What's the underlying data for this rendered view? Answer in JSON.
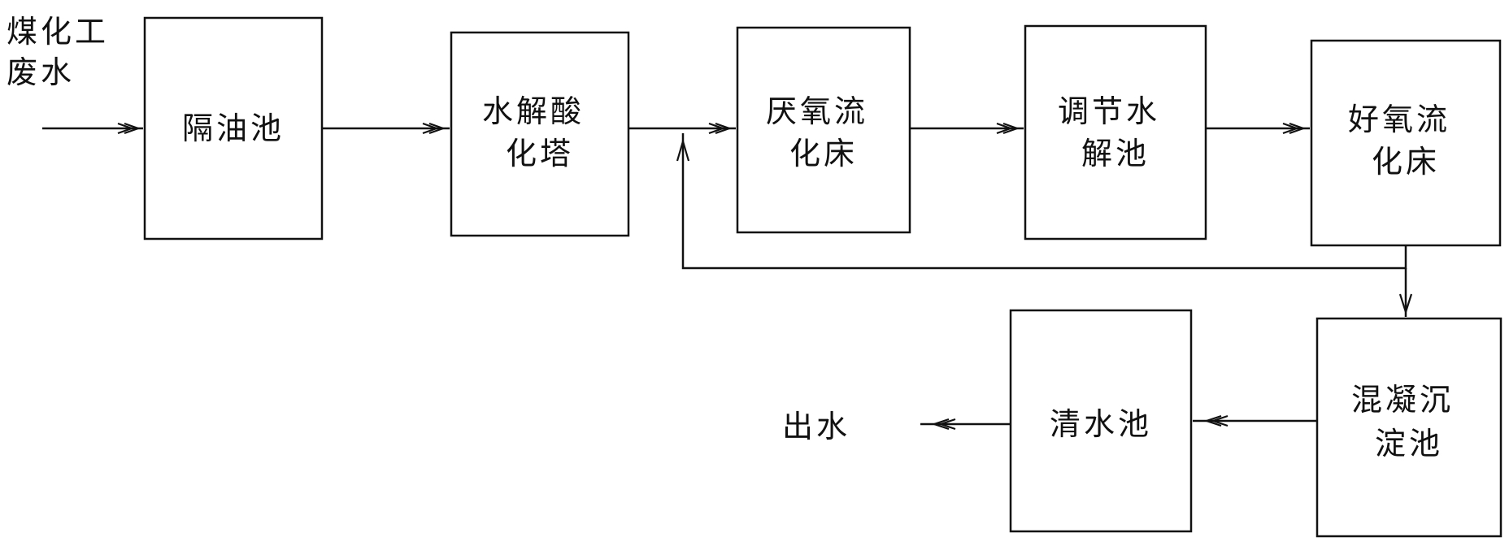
{
  "input_label": [
    "煤化工",
    "废水"
  ],
  "output_label": "出水",
  "units": {
    "oil_separator": [
      "隔油池"
    ],
    "hydrolysis_acidification_tower": [
      "水解酸",
      "化塔"
    ],
    "anaerobic_fluidized_bed": [
      "厌氧流",
      "化床"
    ],
    "regulating_hydrolysis_tank": [
      "调节水",
      "解池"
    ],
    "aerobic_fluidized_bed": [
      "好氧流",
      "化床"
    ],
    "coagulation_sedimentation_tank": [
      "混凝沉",
      "淀池"
    ],
    "clear_water_tank": [
      "清水池"
    ]
  }
}
